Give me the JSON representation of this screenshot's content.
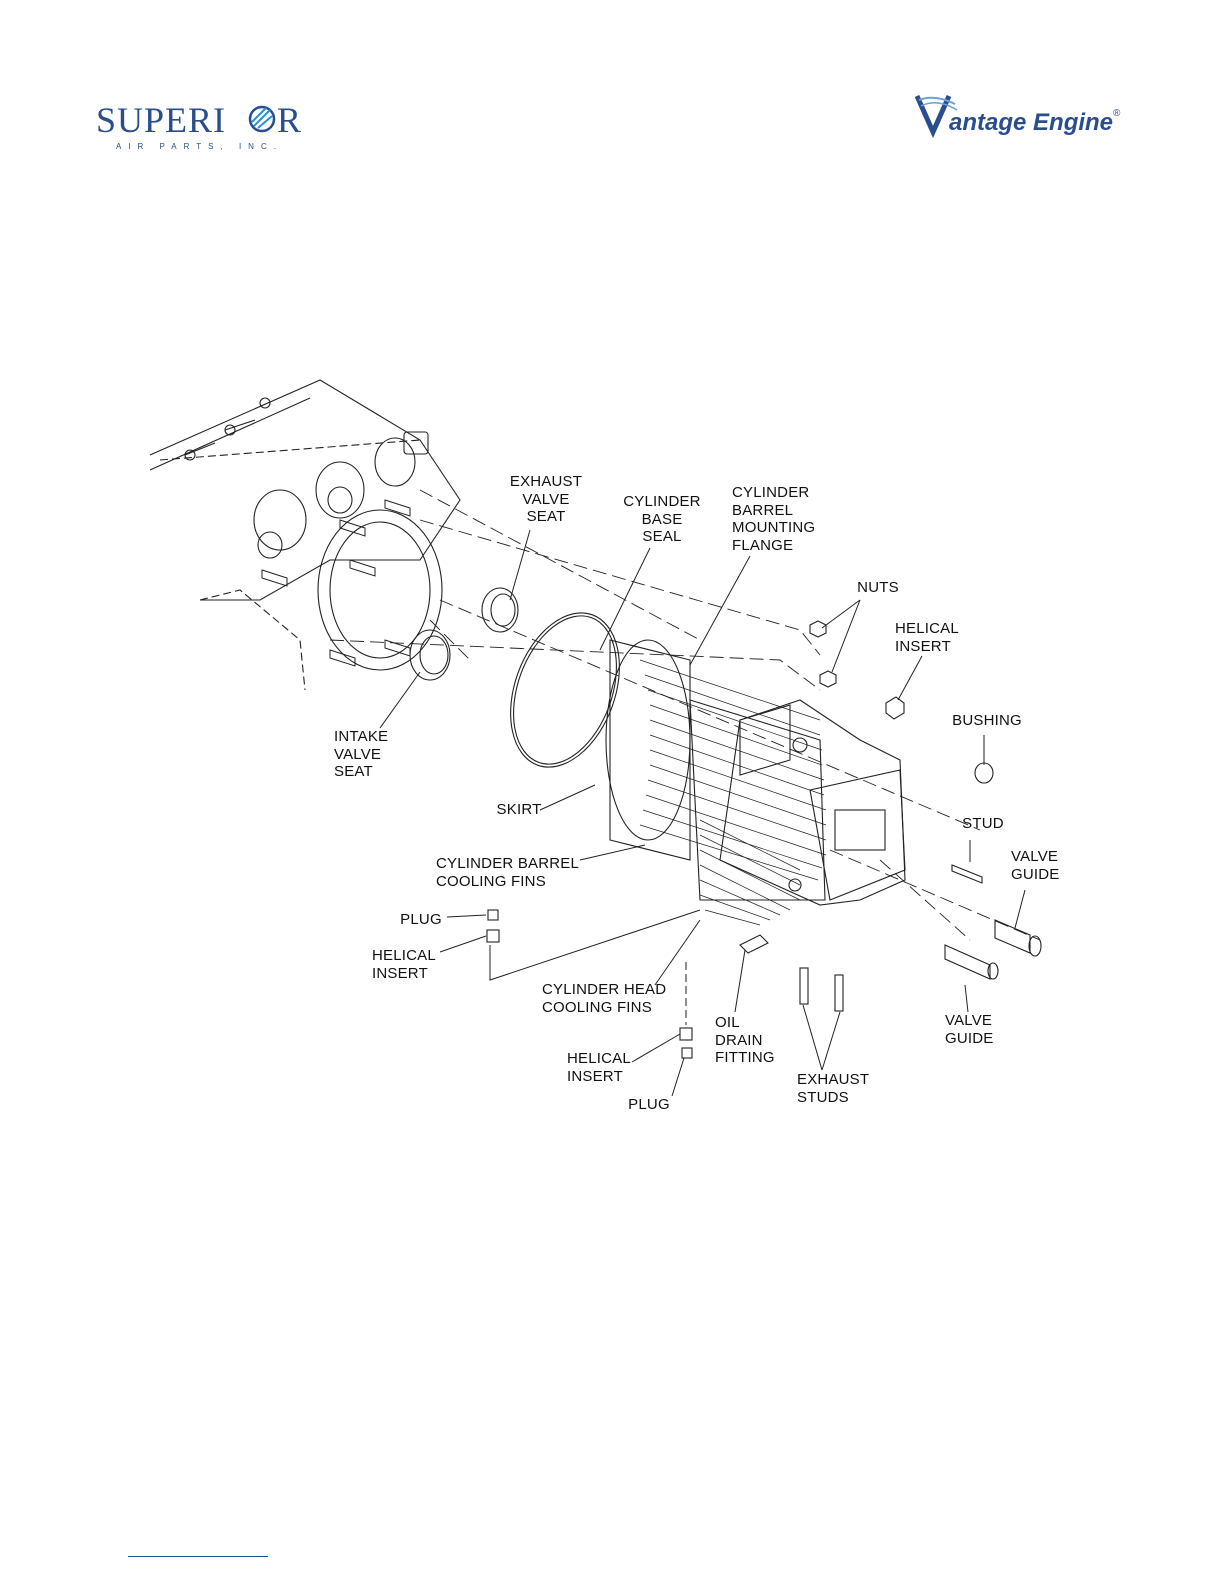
{
  "header": {
    "left_logo": {
      "wordmark": "SUPERI",
      "wordmark_end": "R",
      "tagline": "AIR PARTS, INC.",
      "color": "#2a4d8f"
    },
    "right_logo": {
      "wordmark": "antage Engine",
      "registered": "®",
      "color": "#2a4d8f"
    }
  },
  "diagram": {
    "icon": "engine-cylinder-exploded-view",
    "labels": {
      "exhaust_valve_seat": "EXHAUST\nVALVE\nSEAT",
      "cylinder_base_seal": "CYLINDER\nBASE\nSEAL",
      "cylinder_barrel_mounting_flange": "CYLINDER\nBARREL\nMOUNTING\nFLANGE",
      "nuts": "NUTS",
      "helical_insert_top": "HELICAL\nINSERT",
      "bushing": "BUSHING",
      "intake_valve_seat": "INTAKE\nVALVE\nSEAT",
      "skirt": "SKIRT",
      "stud": "STUD",
      "valve_guide_top": "VALVE\nGUIDE",
      "cylinder_barrel_cooling_fins": "CYLINDER BARREL\nCOOLING FINS",
      "plug_left": "PLUG",
      "helical_insert_left": "HELICAL\nINSERT",
      "cylinder_head_cooling_fins": "CYLINDER HEAD\nCOOLING FINS",
      "oil_drain_fitting": "OIL\nDRAIN\nFITTING",
      "valve_guide_bottom": "VALVE\nGUIDE",
      "helical_insert_bottom": "HELICAL\nINSERT",
      "exhaust_studs": "EXHAUST\nSTUDS",
      "plug_bottom": "PLUG"
    }
  }
}
